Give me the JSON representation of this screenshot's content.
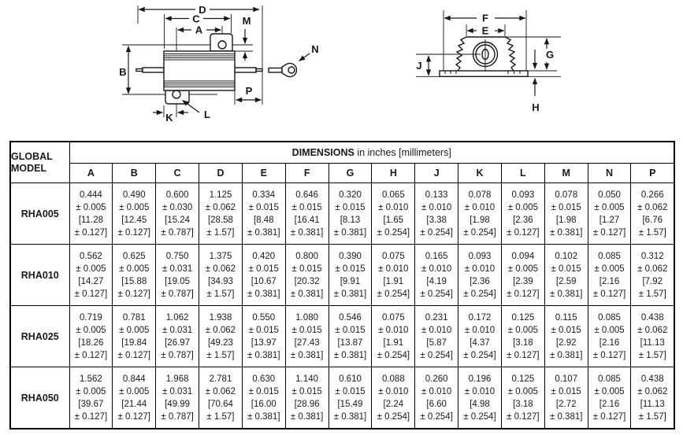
{
  "diagrams": {
    "side_view": {
      "labels": {
        "D": "D",
        "C": "C",
        "A": "A",
        "M": "M",
        "N": "N",
        "B": "B",
        "P": "P",
        "K": "K",
        "L": "L"
      }
    },
    "end_view": {
      "labels": {
        "F": "F",
        "E": "E",
        "G": "G",
        "J": "J",
        "H": "H"
      }
    }
  },
  "table": {
    "model_header_line1": "GLOBAL",
    "model_header_line2": "MODEL",
    "dims_header_bold": "DIMENSIONS",
    "dims_header_rest": " in inches [millimeters]",
    "columns": [
      "A",
      "B",
      "C",
      "D",
      "E",
      "F",
      "G",
      "H",
      "J",
      "K",
      "L",
      "M",
      "N",
      "P"
    ],
    "rows": [
      {
        "model": "RHA005",
        "cells": [
          [
            "0.444",
            "± 0.005",
            "[11.28",
            "± 0.127]"
          ],
          [
            "0.490",
            "± 0.005",
            "[12.45",
            "± 0.127]"
          ],
          [
            "0.600",
            "± 0.030",
            "[15.24",
            "± 0.787]"
          ],
          [
            "1.125",
            "± 0.062",
            "[28.58",
            "± 1.57]"
          ],
          [
            "0.334",
            "± 0.015",
            "[8.48",
            "± 0.381]"
          ],
          [
            "0.646",
            "± 0.015",
            "[16.41",
            "± 0.381]"
          ],
          [
            "0.320",
            "± 0.015",
            "[8.13",
            "± 0.381]"
          ],
          [
            "0.065",
            "± 0.010",
            "[1.65",
            "± 0.254]"
          ],
          [
            "0.133",
            "± 0.010",
            "[3.38",
            "± 0.254]"
          ],
          [
            "0.078",
            "± 0.010",
            "[1.98",
            "± 0.254]"
          ],
          [
            "0.093",
            "± 0.005",
            "[2.36",
            "± 0.127]"
          ],
          [
            "0.078",
            "± 0.015",
            "[1.98",
            "± 0.381]"
          ],
          [
            "0.050",
            "± 0.005",
            "[1.27",
            "± 0.127]"
          ],
          [
            "0.266",
            "± 0.062",
            "[6.76",
            "± 1.57]"
          ]
        ]
      },
      {
        "model": "RHA010",
        "cells": [
          [
            "0.562",
            "± 0.005",
            "[14.27",
            "± 0.127]"
          ],
          [
            "0.625",
            "± 0.005",
            "[15.88",
            "± 0.127]"
          ],
          [
            "0.750",
            "± 0.031",
            "[19.05",
            "± 0.787]"
          ],
          [
            "1.375",
            "± 0.062",
            "[34.93",
            "± 1.57]"
          ],
          [
            "0.420",
            "± 0.015",
            "[10.67",
            "± 0.381]"
          ],
          [
            "0.800",
            "± 0.015",
            "[20.32",
            "± 0.381]"
          ],
          [
            "0.390",
            "± 0.015",
            "[9.91",
            "± 0.381]"
          ],
          [
            "0.075",
            "± 0.010",
            "[1.91",
            "± 0.254]"
          ],
          [
            "0.165",
            "± 0.010",
            "[4.19",
            "± 0.254]"
          ],
          [
            "0.093",
            "± 0.010",
            "[2.36",
            "± 0.254]"
          ],
          [
            "0.094",
            "± 0.005",
            "[2.39",
            "± 0.127]"
          ],
          [
            "0.102",
            "± 0.015",
            "[2.59",
            "± 0.381]"
          ],
          [
            "0.085",
            "± 0.005",
            "[2.16",
            "± 0.127]"
          ],
          [
            "0.312",
            "± 0.062",
            "[7.92",
            "± 1.57]"
          ]
        ]
      },
      {
        "model": "RHA025",
        "cells": [
          [
            "0.719",
            "± 0.005",
            "[18.26",
            "± 0.127]"
          ],
          [
            "0.781",
            "± 0.005",
            "[19.84",
            "± 0.127]"
          ],
          [
            "1.062",
            "± 0.031",
            "[26.97",
            "± 0.787]"
          ],
          [
            "1.938",
            "± 0.062",
            "[49.23",
            "± 1.57]"
          ],
          [
            "0.550",
            "± 0.015",
            "[13.97",
            "± 0.381]"
          ],
          [
            "1.080",
            "± 0.015",
            "[27.43",
            "± 0.381]"
          ],
          [
            "0.546",
            "± 0.015",
            "[13.87",
            "± 0.381]"
          ],
          [
            "0.075",
            "± 0.010",
            "[1.91",
            "± 0.254]"
          ],
          [
            "0.231",
            "± 0.010",
            "[5.87",
            "± 0.254]"
          ],
          [
            "0.172",
            "± 0.010",
            "[4.37",
            "± 0.254]"
          ],
          [
            "0.125",
            "± 0.005",
            "[3.18",
            "± 0.127]"
          ],
          [
            "0.115",
            "± 0.015",
            "[2.92",
            "± 0.381]"
          ],
          [
            "0.085",
            "± 0.005",
            "[2.16",
            "± 0.127]"
          ],
          [
            "0.438",
            "± 0.062",
            "[11.13",
            "± 1.57]"
          ]
        ]
      },
      {
        "model": "RHA050",
        "cells": [
          [
            "1.562",
            "± 0.005",
            "[39.67",
            "± 0.127]"
          ],
          [
            "0.844",
            "± 0.005",
            "[21.44",
            "± 0.127]"
          ],
          [
            "1.968",
            "± 0.031",
            "[49.99",
            "± 0.787]"
          ],
          [
            "2.781",
            "± 0.062",
            "[70.64",
            "± 1.57]"
          ],
          [
            "0.630",
            "± 0.015",
            "[16.00",
            "± 0.381]"
          ],
          [
            "1.140",
            "± 0.015",
            "[28.96",
            "± 0.381]"
          ],
          [
            "0.610",
            "± 0.015",
            "[15.49",
            "± 0.381]"
          ],
          [
            "0.088",
            "± 0.010",
            "[2.24",
            "± 0.254]"
          ],
          [
            "0.260",
            "± 0.010",
            "[6.60",
            "± 0.254]"
          ],
          [
            "0.196",
            "± 0.010",
            "[4.98",
            "± 0.254]"
          ],
          [
            "0.125",
            "± 0.005",
            "[3.18",
            "± 0.127]"
          ],
          [
            "0.107",
            "± 0.015",
            "[2.72",
            "± 0.381]"
          ],
          [
            "0.085",
            "± 0.005",
            "[2.16",
            "± 0.127]"
          ],
          [
            "0.438",
            "± 0.062",
            "[11.13",
            "± 1.57]"
          ]
        ]
      }
    ]
  },
  "colors": {
    "line": "#15171e",
    "text": "#1a1a1a",
    "background": "#ffffff"
  }
}
